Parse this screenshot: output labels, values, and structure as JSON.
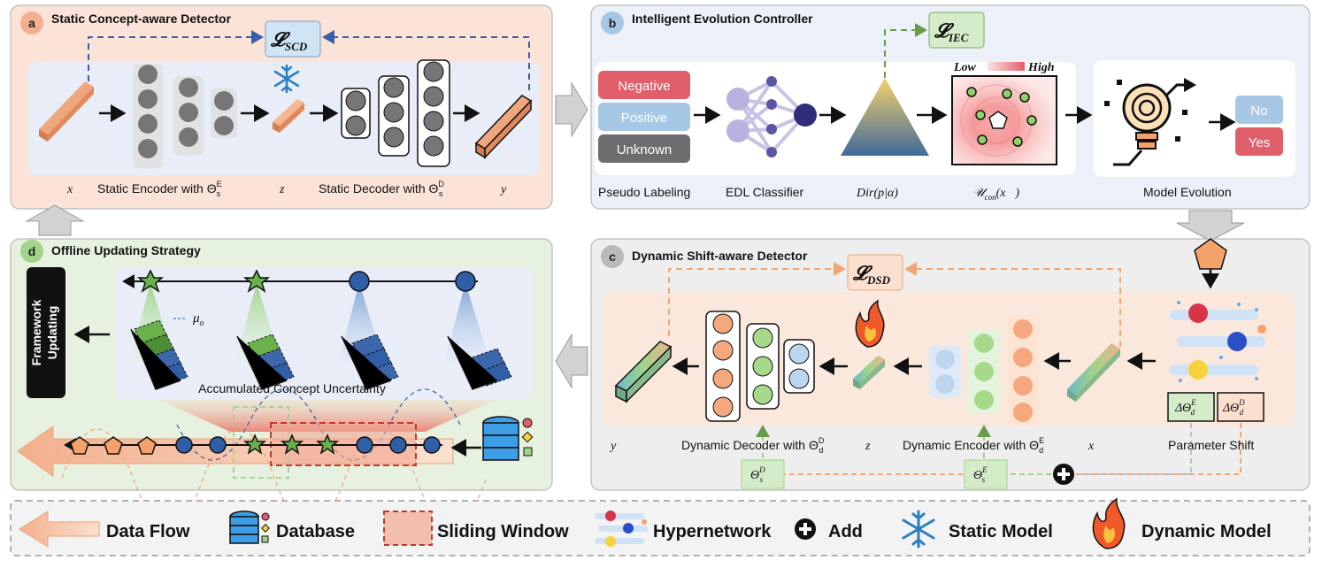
{
  "panel_a": {
    "letter": "a",
    "title": "Static Concept-aware Detector",
    "loss_main": "𝓛",
    "loss_sub": "SCD",
    "x_label": "x⃗",
    "encoder_label": "Static Encoder with Θ",
    "encoder_sup": "E",
    "encoder_sub": "s",
    "z_label": "z⃗",
    "decoder_label": "Static Decoder with Θ",
    "decoder_sup": "D",
    "decoder_sub": "s",
    "y_label": "y⃗"
  },
  "panel_b": {
    "letter": "b",
    "title": "Intelligent Evolution Controller",
    "loss_main": "𝓛",
    "loss_sub": "IEC",
    "labels": [
      "Negative",
      "Positive",
      "Unknown"
    ],
    "pseudo_label": "Pseudo Labeling",
    "edl_label": "EDL Classifier",
    "dir_label": "Dir(p|α)",
    "ucon_main": "𝒰",
    "ucon_sub": "con",
    "ucon_arg": "(x⃗)",
    "low": "Low",
    "high": "High",
    "decision_no": "No",
    "decision_yes": "Yes",
    "evolution_label": "Model Evolution"
  },
  "panel_c": {
    "letter": "c",
    "title": "Dynamic Shift-aware Detector",
    "loss_main": "𝓛",
    "loss_sub": "DSD",
    "y_label": "y⃗",
    "decoder_label": "Dynamic Decoder with Θ",
    "decoder_sup": "D",
    "decoder_sub": "d",
    "z_label": "z⃗",
    "encoder_label": "Dynamic Encoder with Θ",
    "encoder_sup": "E",
    "encoder_sub": "d",
    "x_label": "x⃗",
    "param_shift": "Parameter Shift",
    "delta_e_main": "ΔΘ",
    "delta_e_sup": "E",
    "delta_e_sub": "d",
    "delta_d_main": "ΔΘ",
    "delta_d_sup": "D",
    "delta_d_sub": "d",
    "theta_d_main": "Θ",
    "theta_d_sup": "D",
    "theta_d_sub": "s",
    "theta_e_main": "Θ",
    "theta_e_sup": "E",
    "theta_e_sub": "s"
  },
  "panel_d": {
    "letter": "d",
    "title": "Offline Updating Strategy",
    "framework_line1": "Framework",
    "framework_line2": "Updating",
    "mu_main": "μ",
    "mu_sub": "o",
    "accumulated_label": "Accumulated Concept Uncertainty"
  },
  "legend": {
    "data_flow": "Data Flow",
    "database": "Database",
    "sliding_window": "Sliding Window",
    "hypernetwork": "Hypernetwork",
    "add": "Add",
    "static_model": "Static Model",
    "dynamic_model": "Dynamic Model"
  },
  "colors": {
    "panel_a_bg": "#fbe3d8",
    "panel_b_bg": "#ecf1f9",
    "panel_c_bg": "#eeeeee",
    "panel_d_bg": "#e6f1e0",
    "negative": "#e15f6b",
    "positive": "#a6c7e6",
    "unknown": "#6d6d6d",
    "yes": "#e15f6b",
    "no": "#a6c7e6",
    "loss_box": "#cfe5f5",
    "loss_box_b": "#d5ecc9",
    "loss_box_c": "#fbe0cf",
    "star": "#6ab04c",
    "circle_blue": "#2f5fa6",
    "pentagon": "#f5a26a"
  },
  "icons": [
    "snowflake-icon",
    "flame-icon",
    "database-icon",
    "lightbulb-brain-icon",
    "add-circle-icon",
    "hypernetwork-icon"
  ]
}
